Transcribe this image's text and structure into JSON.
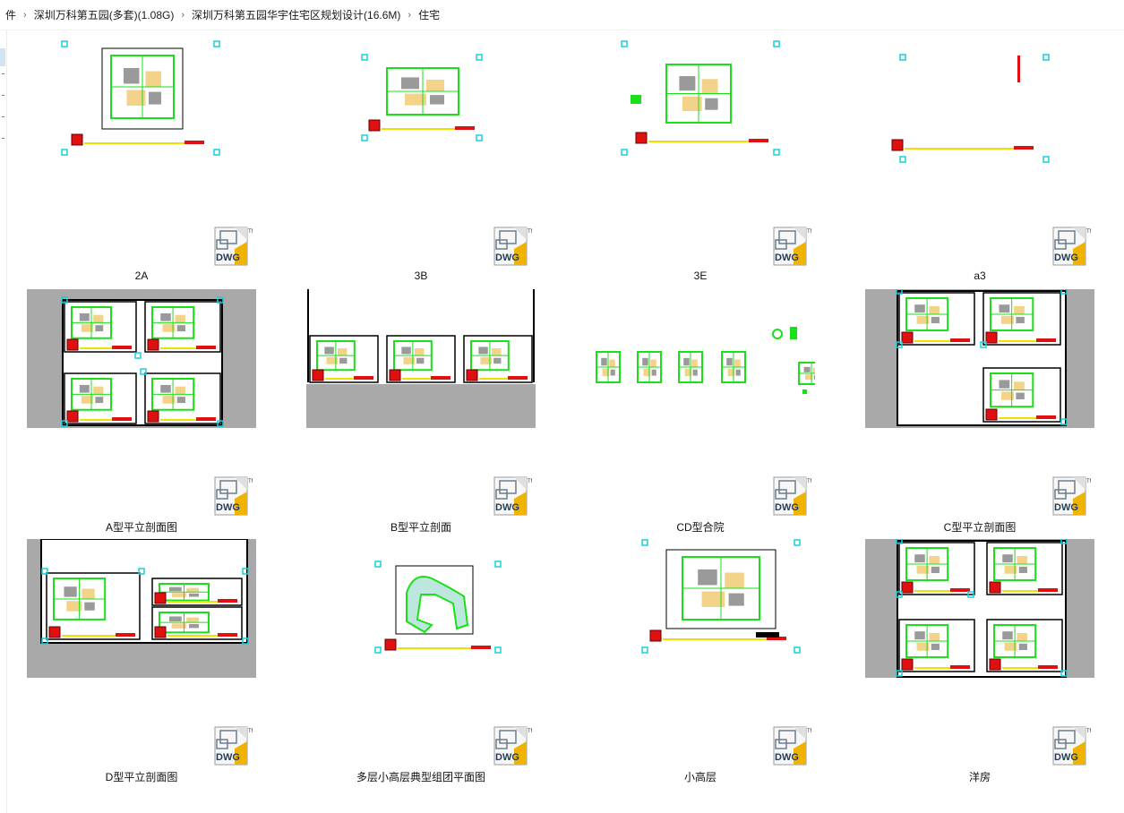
{
  "breadcrumb": [
    "件",
    "深圳万科第五园(多套)(1.08G)",
    "深圳万科第五园华宇住宅区规划设计(16.6M)",
    "住宅"
  ],
  "files": [
    {
      "name": "2A",
      "thumb": "plan-framed"
    },
    {
      "name": "3B",
      "thumb": "plan-small"
    },
    {
      "name": "3E",
      "thumb": "plan-irregular"
    },
    {
      "name": "a3",
      "thumb": "plan-empty"
    },
    {
      "name": "A型平立剖面图",
      "thumb": "sheet-4"
    },
    {
      "name": "B型平立剖面",
      "thumb": "sheet-3-top"
    },
    {
      "name": "CD型合院",
      "thumb": "scattered"
    },
    {
      "name": "C型平立剖面图",
      "thumb": "sheet-3-mixed"
    },
    {
      "name": "D型平立剖面图",
      "thumb": "sheet-2"
    },
    {
      "name": "多层小高层典型组团平面图",
      "thumb": "cluster"
    },
    {
      "name": "小高层",
      "thumb": "plan-large"
    },
    {
      "name": "洋房",
      "thumb": "sheet-4-full"
    }
  ],
  "file_type_badge": "DWG",
  "colors": {
    "cad_green": "#19e019",
    "cad_yellow": "#f0e000",
    "cad_red": "#e01010",
    "handle_cyan": "#19d0e0",
    "gray_bg": "#a9a9a9"
  }
}
